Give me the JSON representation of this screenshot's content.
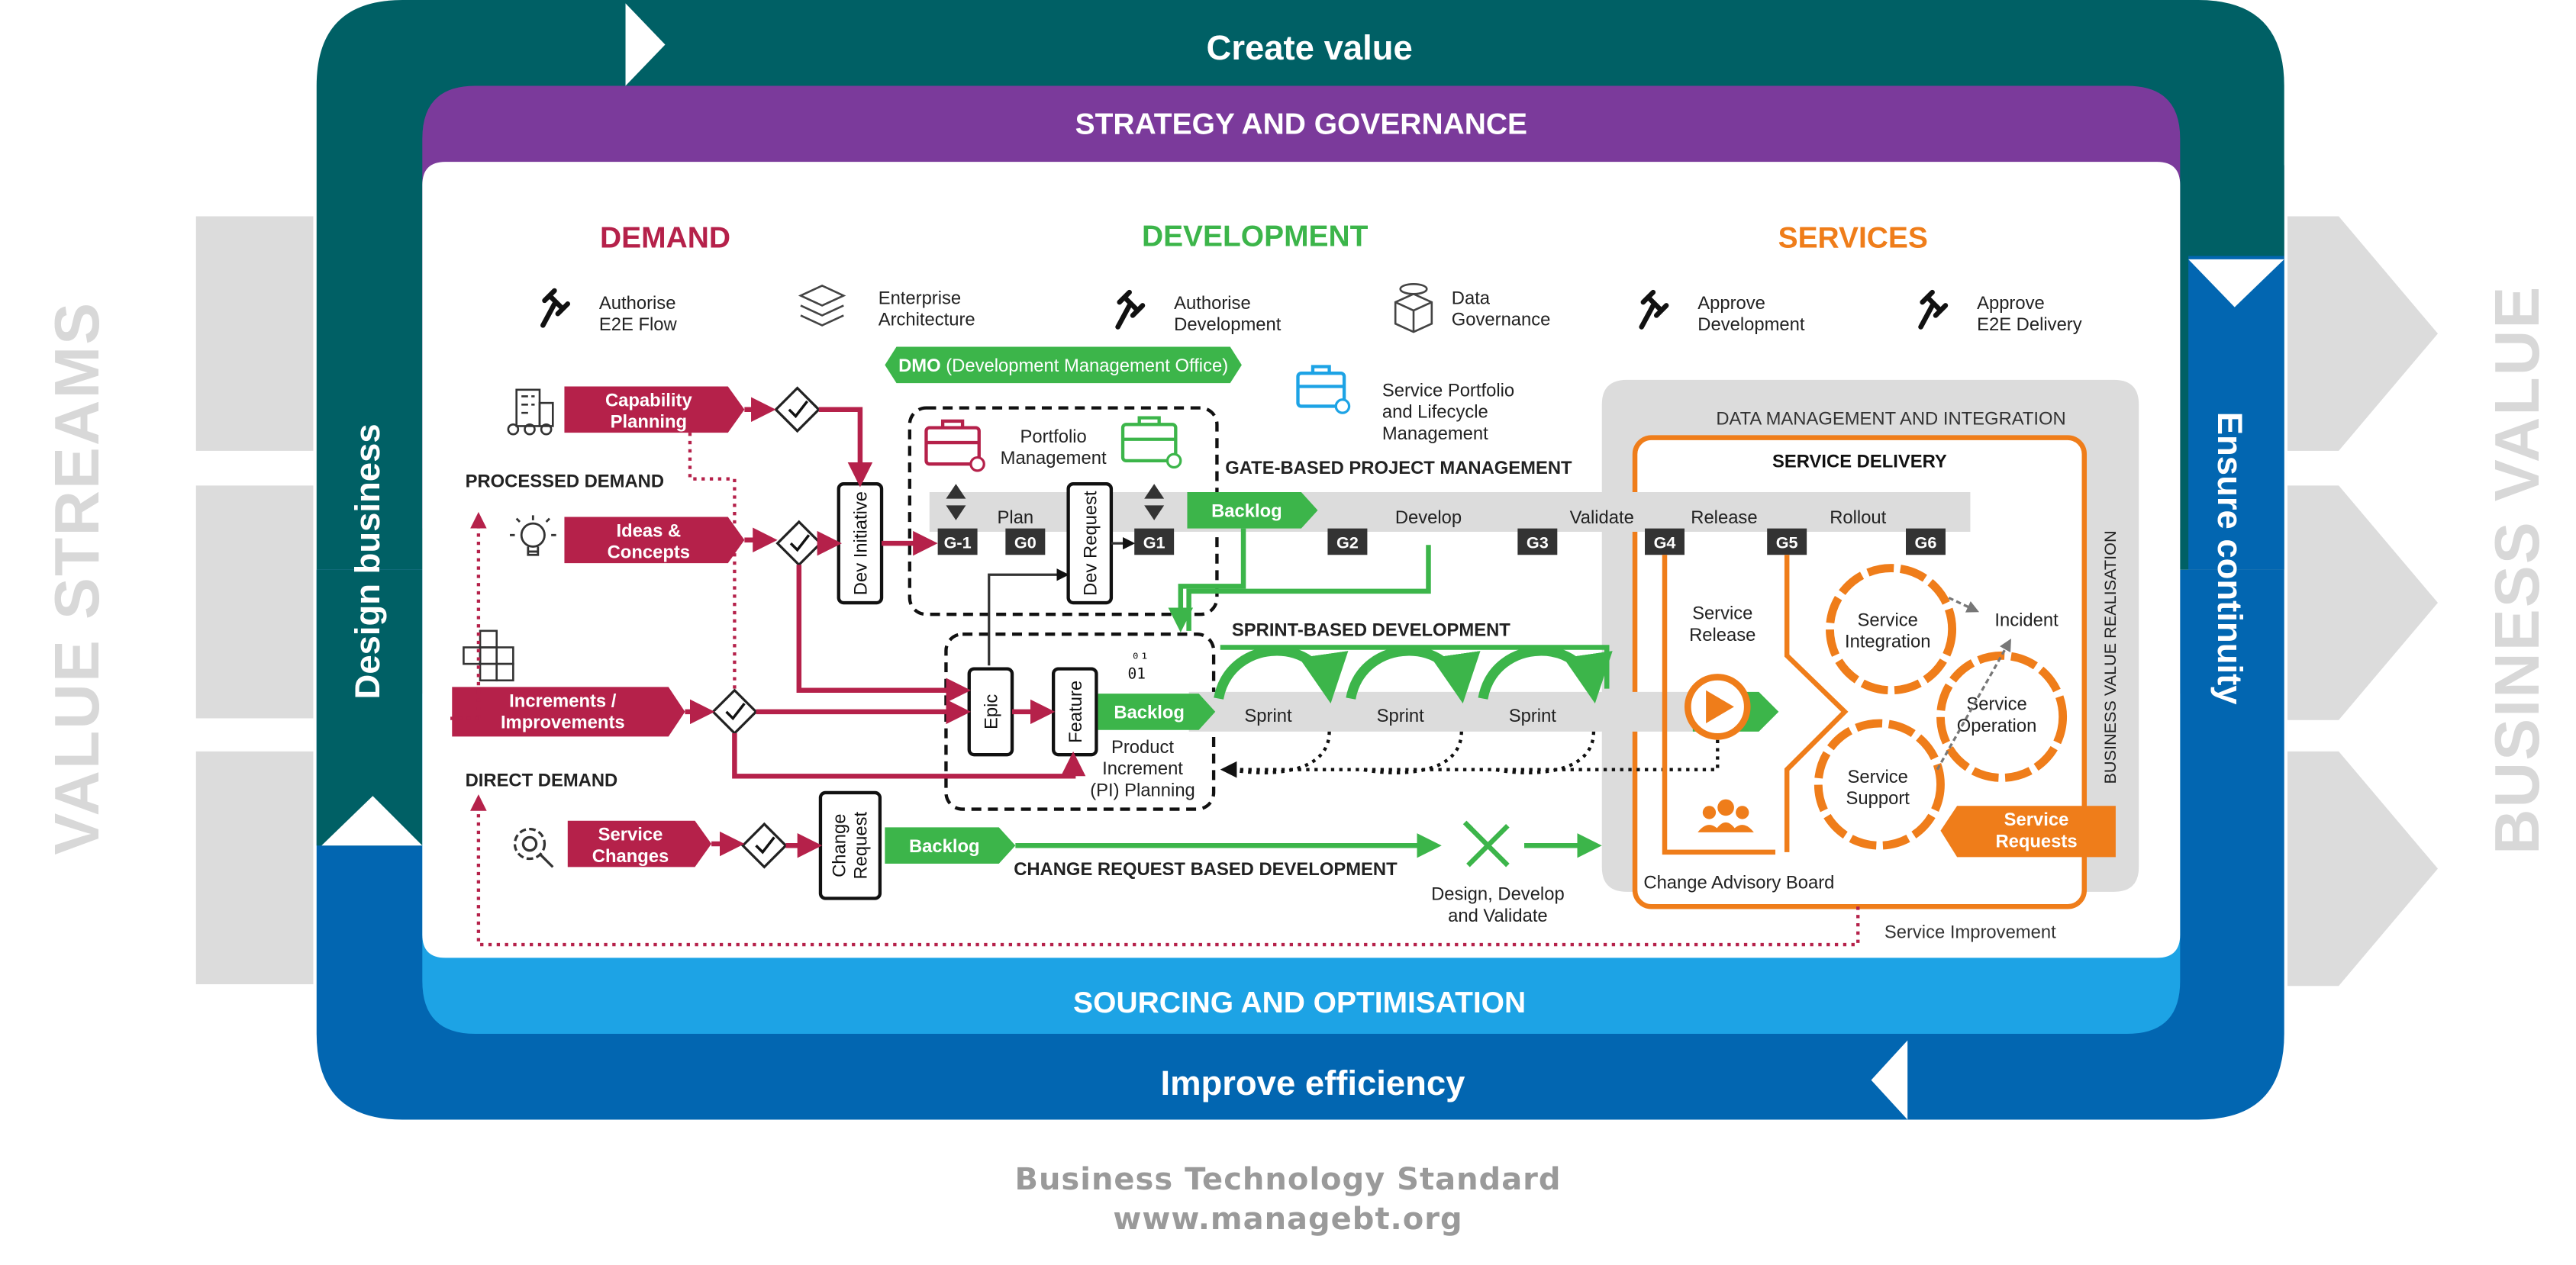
{
  "outer": {
    "top": "Create value",
    "left": "Design business",
    "right": "Ensure continuity",
    "bottom": "Improve efficiency",
    "side_left": "VALUE STREAMS",
    "side_right": "BUSINESS VALUE"
  },
  "bands": {
    "strategy": "STRATEGY AND GOVERNANCE",
    "sourcing": "SOURCING AND OPTIMISATION"
  },
  "headers": {
    "demand": "DEMAND",
    "development": "DEVELOPMENT",
    "services": "SERVICES"
  },
  "governance": [
    {
      "icon": "gavel-icon",
      "l1": "Authorise",
      "l2": "E2E Flow"
    },
    {
      "icon": "layers-icon",
      "l1": "Enterprise",
      "l2": "Architecture"
    },
    {
      "icon": "gavel-icon",
      "l1": "Authorise",
      "l2": "Development"
    },
    {
      "icon": "data-box-icon",
      "l1": "Data",
      "l2": "Governance"
    },
    {
      "icon": "gavel-icon",
      "l1": "Approve",
      "l2": "Development"
    },
    {
      "icon": "gavel-icon",
      "l1": "Approve",
      "l2": "E2E Delivery"
    }
  ],
  "dmo": {
    "bold": "DMO",
    "rest": " (Development Management Office)"
  },
  "service_portfolio": [
    "Service Portfolio",
    "and Lifecycle",
    "Management"
  ],
  "portfolio_management": [
    "Portfolio",
    "Management"
  ],
  "data_mgmt": "DATA MANAGEMENT AND INTEGRATION",
  "service_delivery": "SERVICE DELIVERY",
  "bvr": "BUSINESS VALUE REALISATION",
  "demand_items": {
    "capability": [
      "Capability",
      "Planning"
    ],
    "ideas": [
      "Ideas &",
      "Concepts"
    ],
    "increments": [
      "Increments /",
      "Improvements"
    ],
    "service_changes": [
      "Service",
      "Changes"
    ]
  },
  "processed_demand": "PROCESSED DEMAND",
  "direct_demand": "DIRECT DEMAND",
  "vertical_boxes": {
    "dev_initiative": "Dev Initiative",
    "dev_request": "Dev Request",
    "epic": "Epic",
    "feature": "Feature",
    "change_request": [
      "Change",
      "Request"
    ]
  },
  "gates": [
    "G-1",
    "G0",
    "G1",
    "G2",
    "G3",
    "G4",
    "G5",
    "G6"
  ],
  "gate_row": {
    "plan": "Plan",
    "develop": "Develop",
    "validate": "Validate",
    "release": "Release",
    "rollout": "Rollout"
  },
  "backlog": "Backlog",
  "gate_based": "GATE-BASED PROJECT MANAGEMENT",
  "sprint_based": "SPRINT-BASED DEVELOPMENT",
  "change_based": "CHANGE REQUEST BASED DEVELOPMENT",
  "sprints": [
    "Sprint",
    "Sprint",
    "Sprint"
  ],
  "pi_planning": [
    "Product",
    "Increment",
    "(PI) Planning"
  ],
  "design_develop": [
    "Design, Develop",
    "and Validate"
  ],
  "service_release": [
    "Service",
    "Release"
  ],
  "cycle": {
    "integration": [
      "Service",
      "Integration"
    ],
    "operation": [
      "Service",
      "Operation"
    ],
    "support": [
      "Service",
      "Support"
    ],
    "incident": "Incident"
  },
  "service_requests": [
    "Service",
    "Requests"
  ],
  "cab": "Change Advisory Board",
  "service_improvement": "Service Improvement",
  "footer": {
    "line1": "Business Technology Standard",
    "line2": "www.managebt.org"
  },
  "colors": {
    "teal": "#006065",
    "purple": "#7b3a9b",
    "blue": "#0266b1",
    "lightblue": "#1da3e5",
    "crimson": "#b5214a",
    "green": "#3cb54a",
    "orange": "#ef7d1a",
    "gray": "#dcdcdc"
  }
}
